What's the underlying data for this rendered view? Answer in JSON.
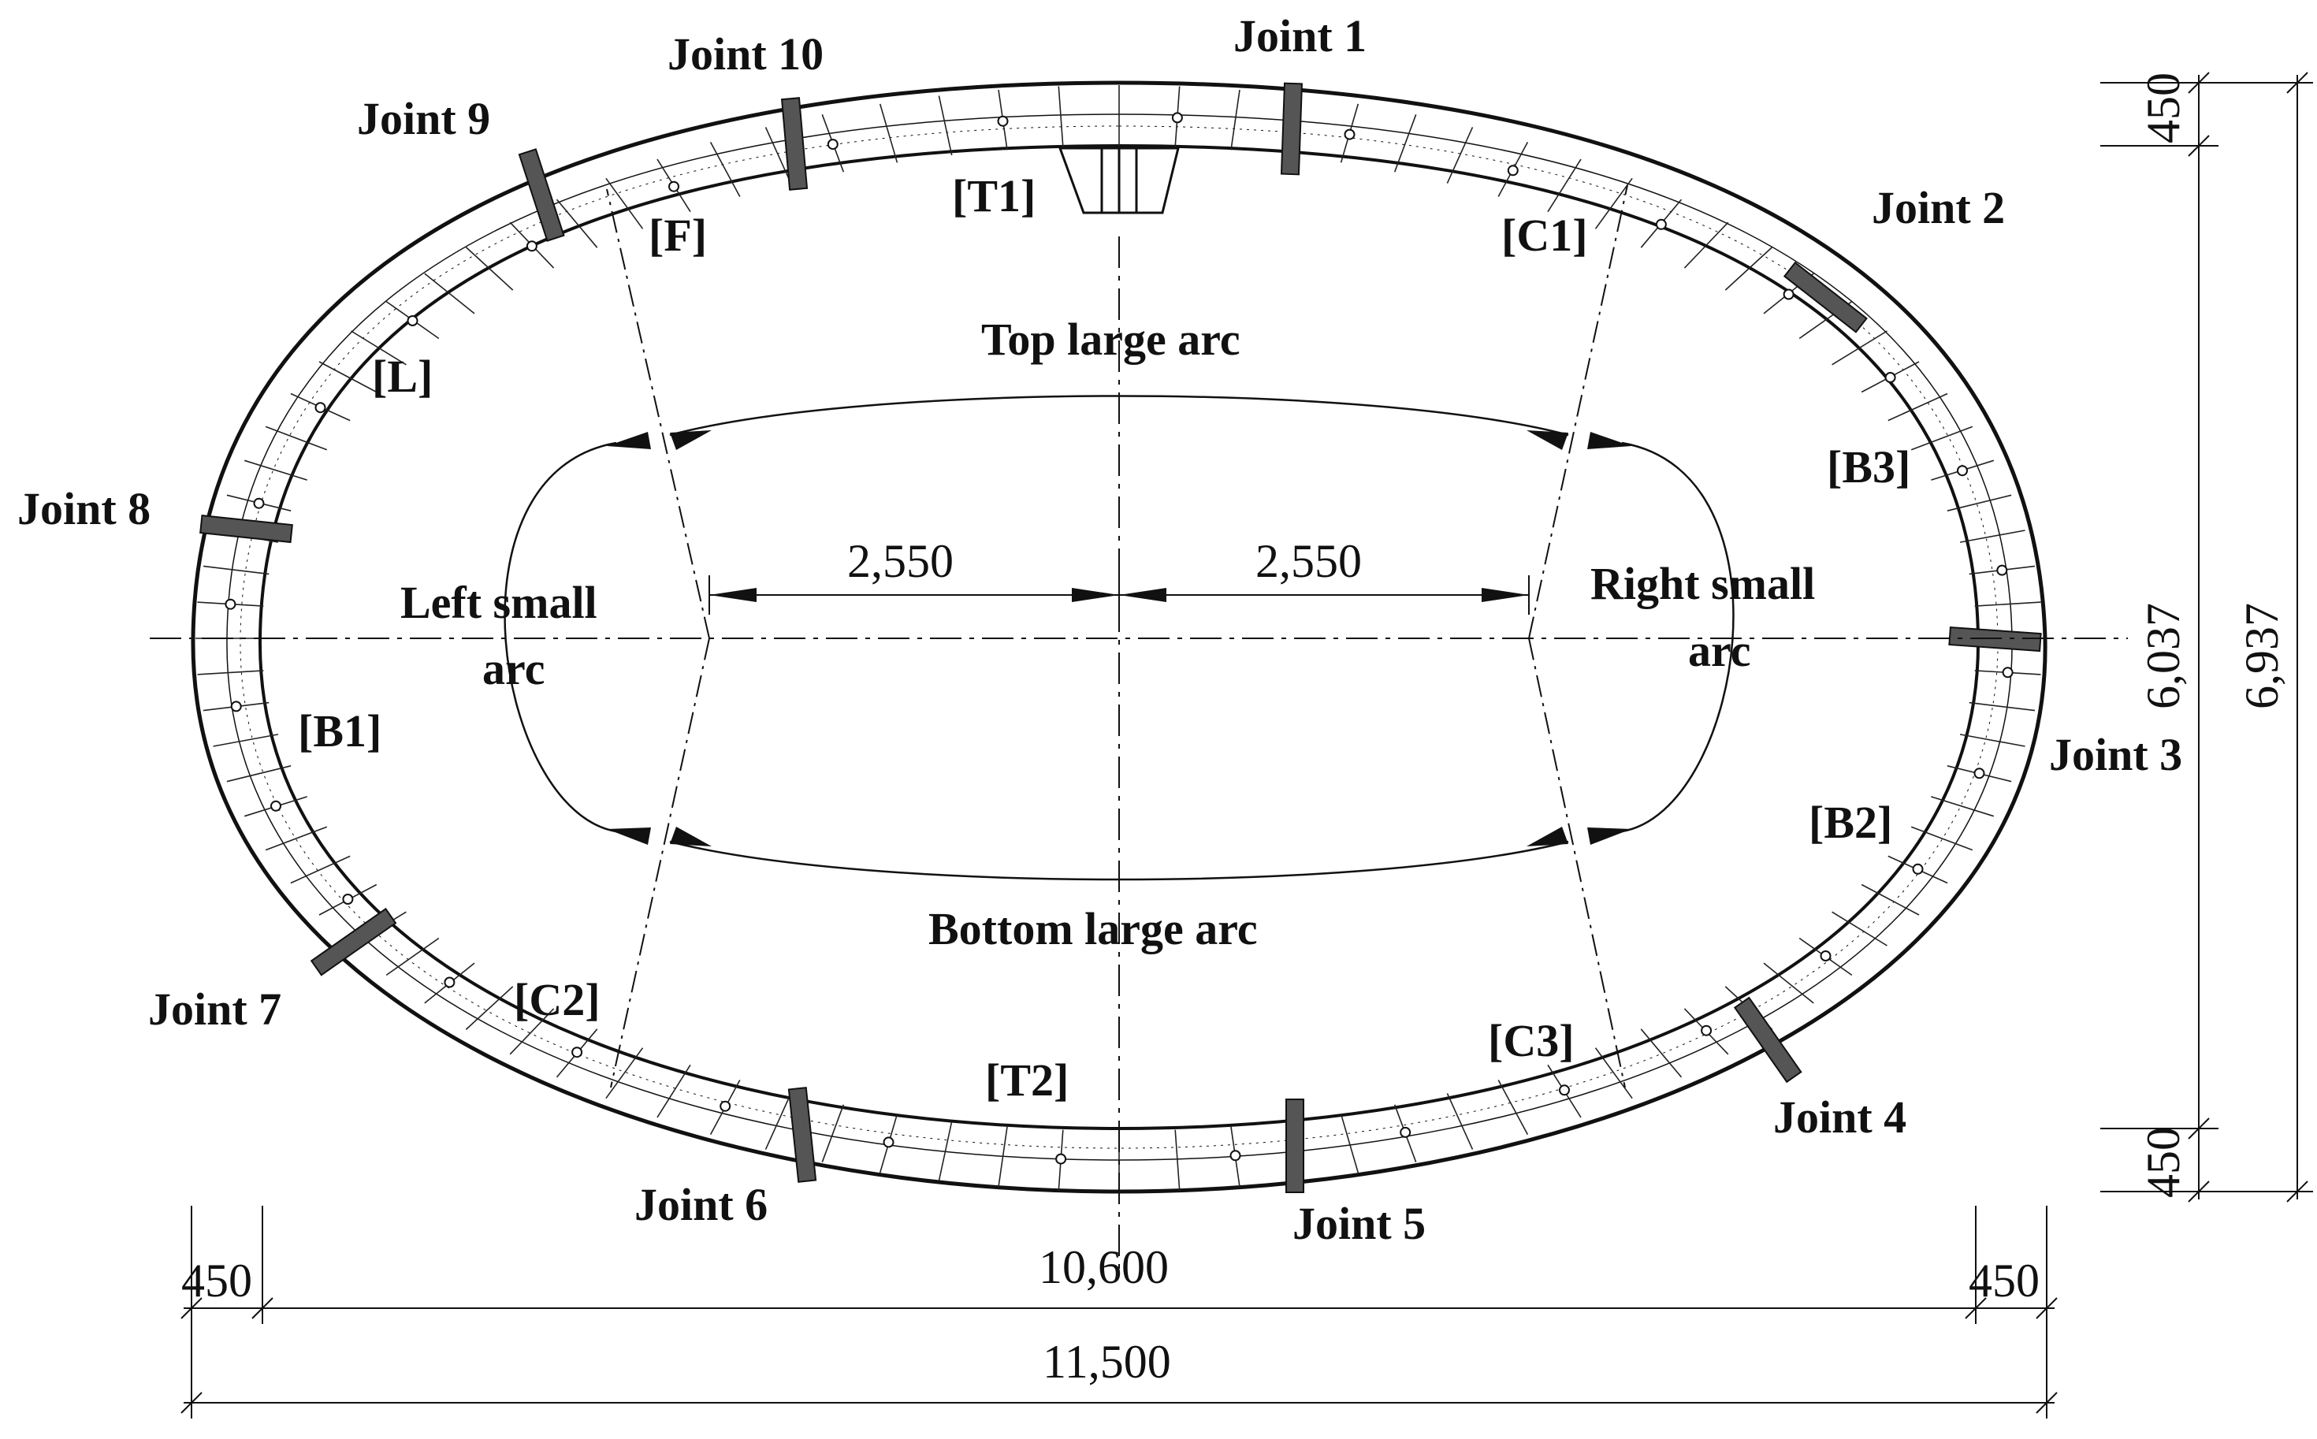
{
  "joints": {
    "j1": "Joint 1",
    "j2": "Joint 2",
    "j3": "Joint 3",
    "j4": "Joint 4",
    "j5": "Joint 5",
    "j6": "Joint 6",
    "j7": "Joint 7",
    "j8": "Joint 8",
    "j9": "Joint 9",
    "j10": "Joint 10"
  },
  "segments": {
    "t1": "[T1]",
    "t2": "[T2]",
    "f": "[F]",
    "c1": "[C1]",
    "c2": "[C2]",
    "c3": "[C3]",
    "l": "[L]",
    "b1": "[B1]",
    "b2": "[B2]",
    "b3": "[B3]"
  },
  "arcs": {
    "top": "Top large arc",
    "bottom": "Bottom large arc",
    "left_line1": "Left small",
    "left_line2": "arc",
    "right_line1": "Right small",
    "right_line2": "arc"
  },
  "dimensions": {
    "half_left": "2,550",
    "half_right": "2,550",
    "inner_width": "10,600",
    "outer_width": "11,500",
    "wall_left": "450",
    "wall_right": "450",
    "wall_top": "450",
    "wall_bottom": "450",
    "inner_height": "6,037",
    "outer_height": "6,937"
  }
}
